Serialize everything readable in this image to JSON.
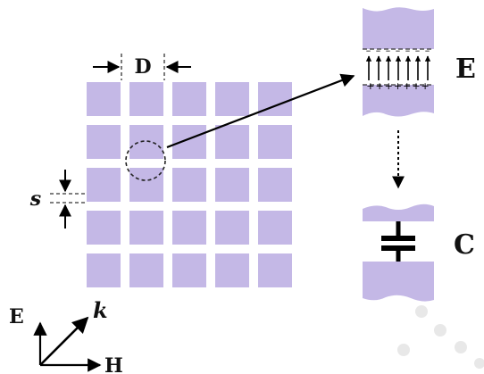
{
  "labels": {
    "D": "D",
    "s": "s",
    "E_field": "E",
    "C_capacitor": "C",
    "axis_E": "E",
    "axis_k": "k",
    "axis_H": "H",
    "plus_signs": "+++++++"
  },
  "colors": {
    "patch": "#c4b8e6",
    "ink": "#000000",
    "dash": "#333333",
    "watermark": "#e6e6e6"
  },
  "grid": {
    "rows": 5,
    "cols": 5
  }
}
